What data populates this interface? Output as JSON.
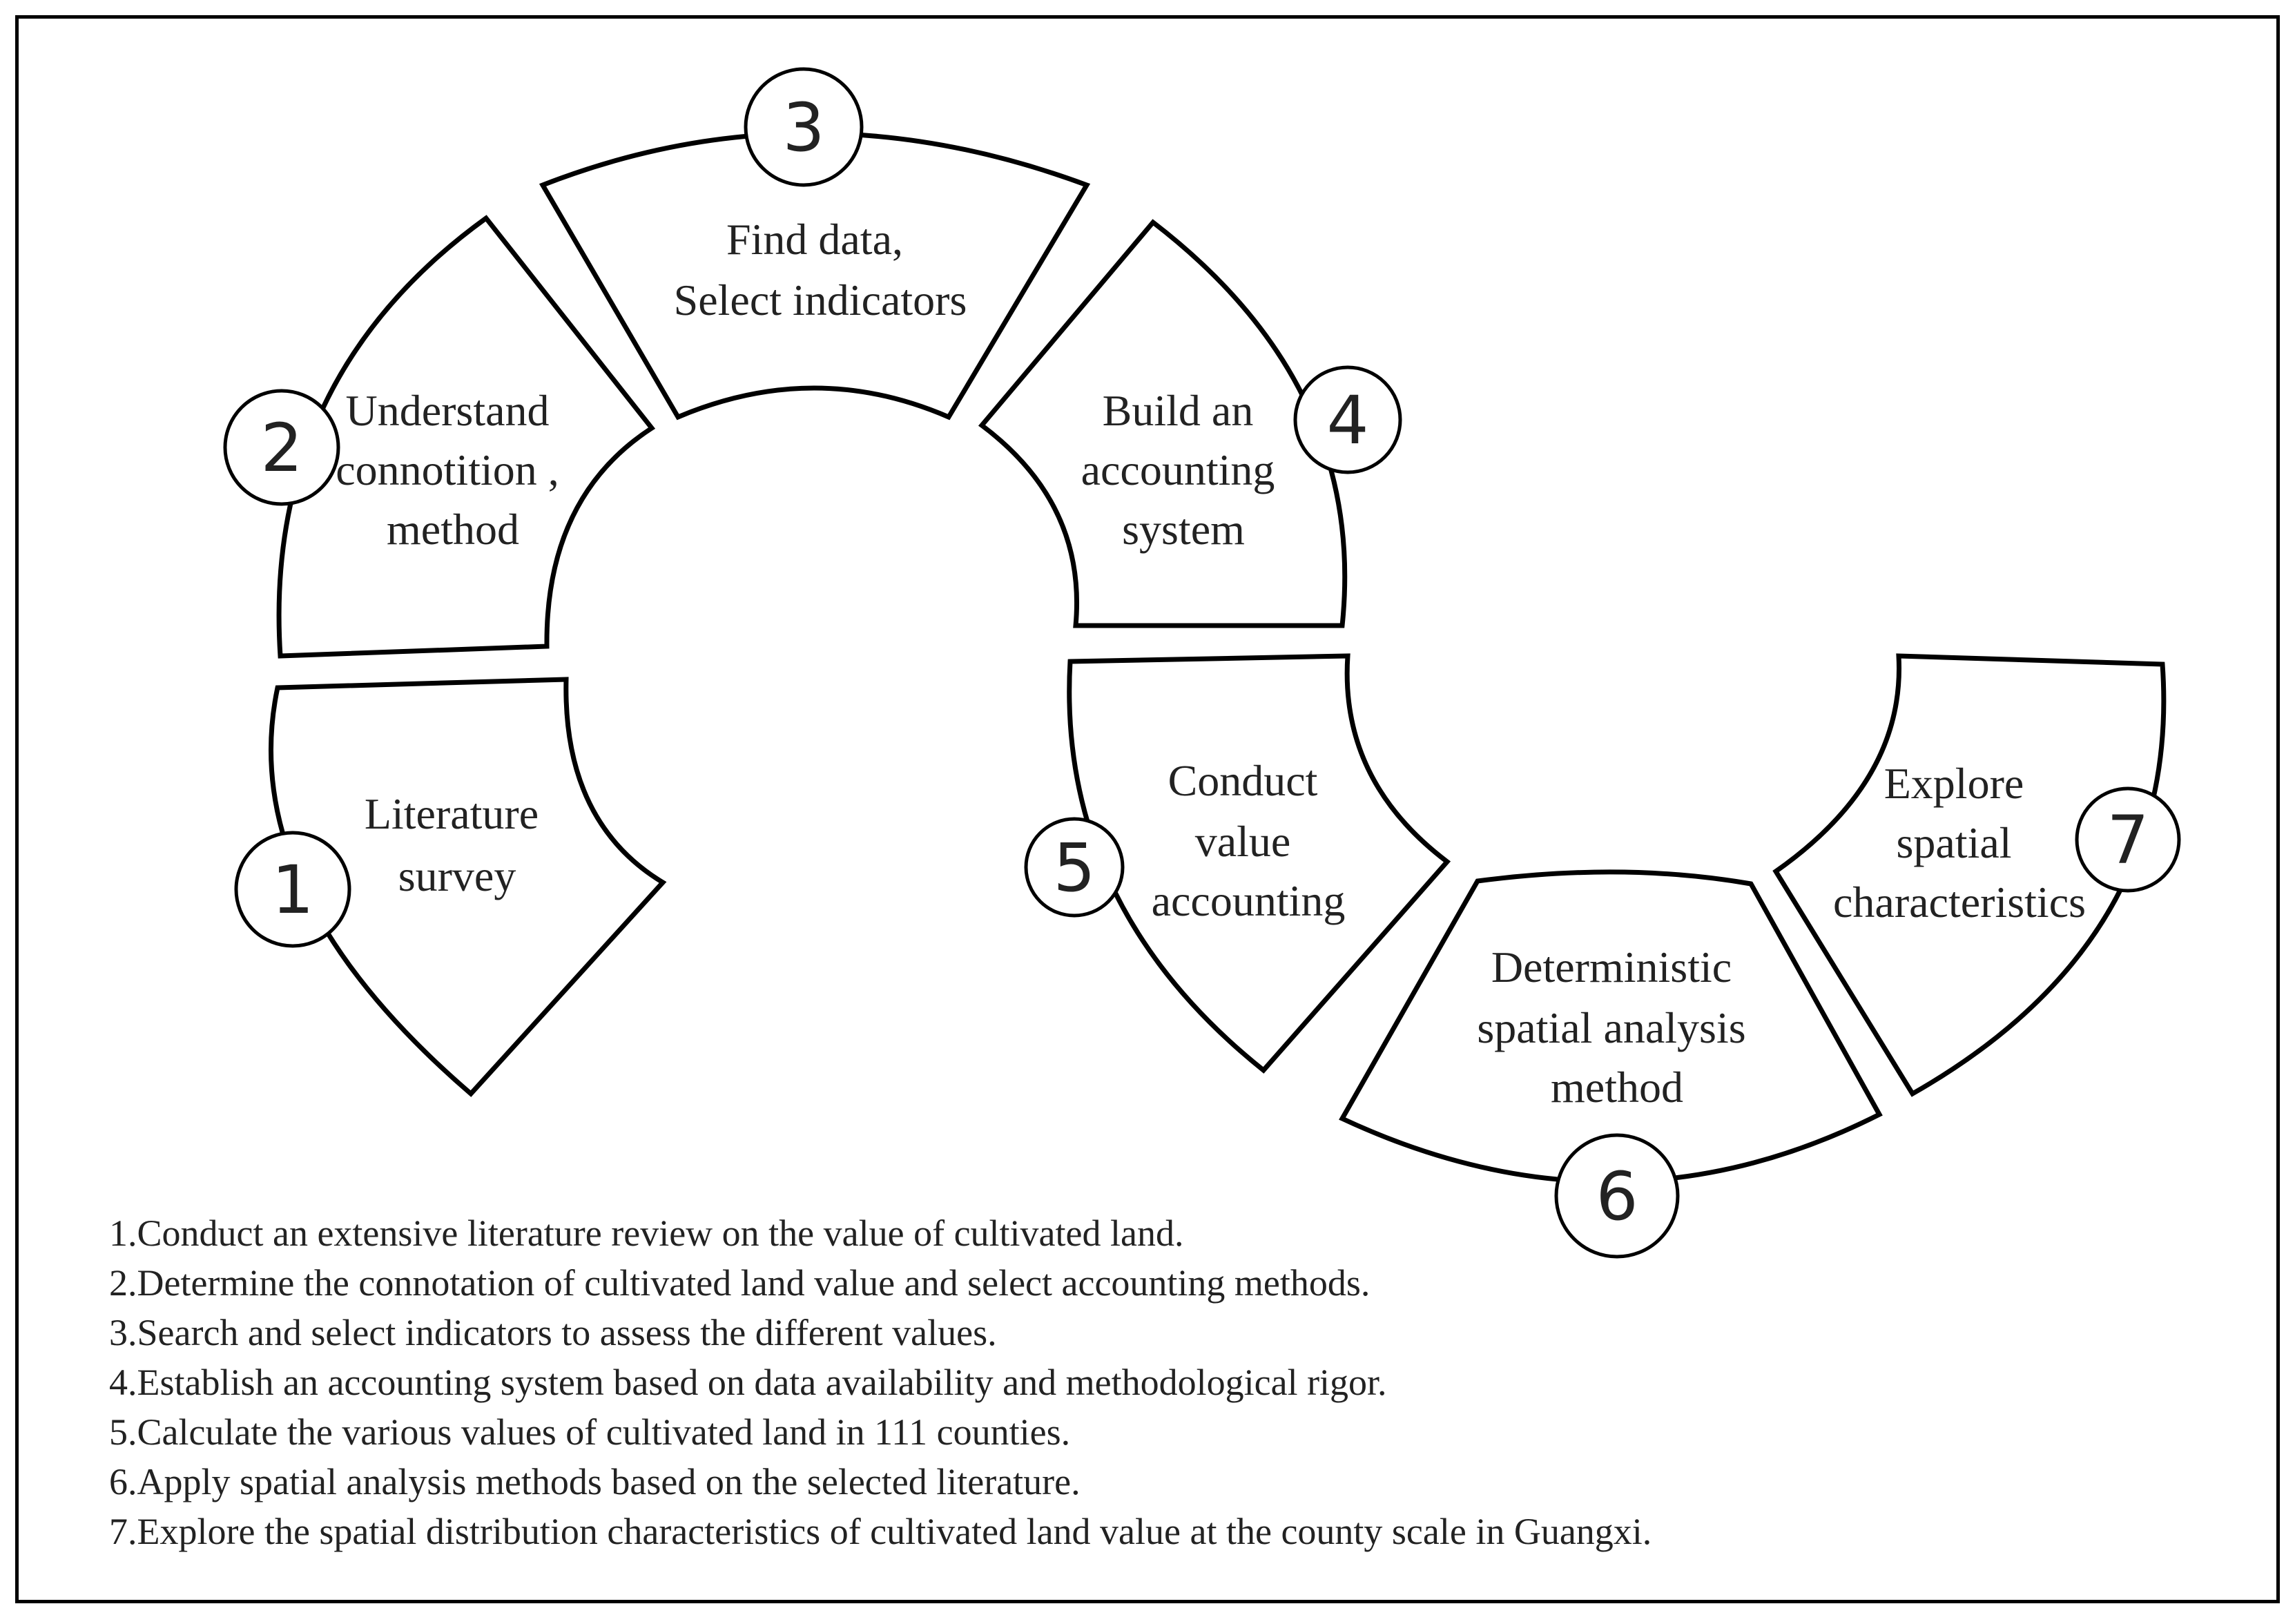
{
  "steps": [
    {
      "number": "1",
      "lines": [
        "Literature",
        "survey"
      ]
    },
    {
      "number": "2",
      "lines": [
        "Understand",
        "connotition ,",
        "method"
      ]
    },
    {
      "number": "3",
      "lines": [
        "Find data,",
        "Select indicators"
      ]
    },
    {
      "number": "4",
      "lines": [
        "Build an",
        "accounting",
        "system"
      ]
    },
    {
      "number": "5",
      "lines": [
        "Conduct",
        "value",
        "accounting"
      ]
    },
    {
      "number": "6",
      "lines": [
        "Deterministic",
        "spatial analysis",
        "method"
      ]
    },
    {
      "number": "7",
      "lines": [
        "Explore",
        "spatial",
        "characteristics"
      ]
    }
  ],
  "legend": [
    "1.Conduct an extensive literature review on the value of cultivated land.",
    "2.Determine the connotation of cultivated land value and select accounting methods.",
    "3.Search and select indicators to assess the different values.",
    "4.Establish an accounting system based on data availability and methodological rigor.",
    "5.Calculate the various values of cultivated land in 111 counties.",
    "6.Apply spatial analysis methods based on the selected literature.",
    "7.Explore the spatial distribution characteristics of cultivated land value at the county scale in Guangxi."
  ]
}
